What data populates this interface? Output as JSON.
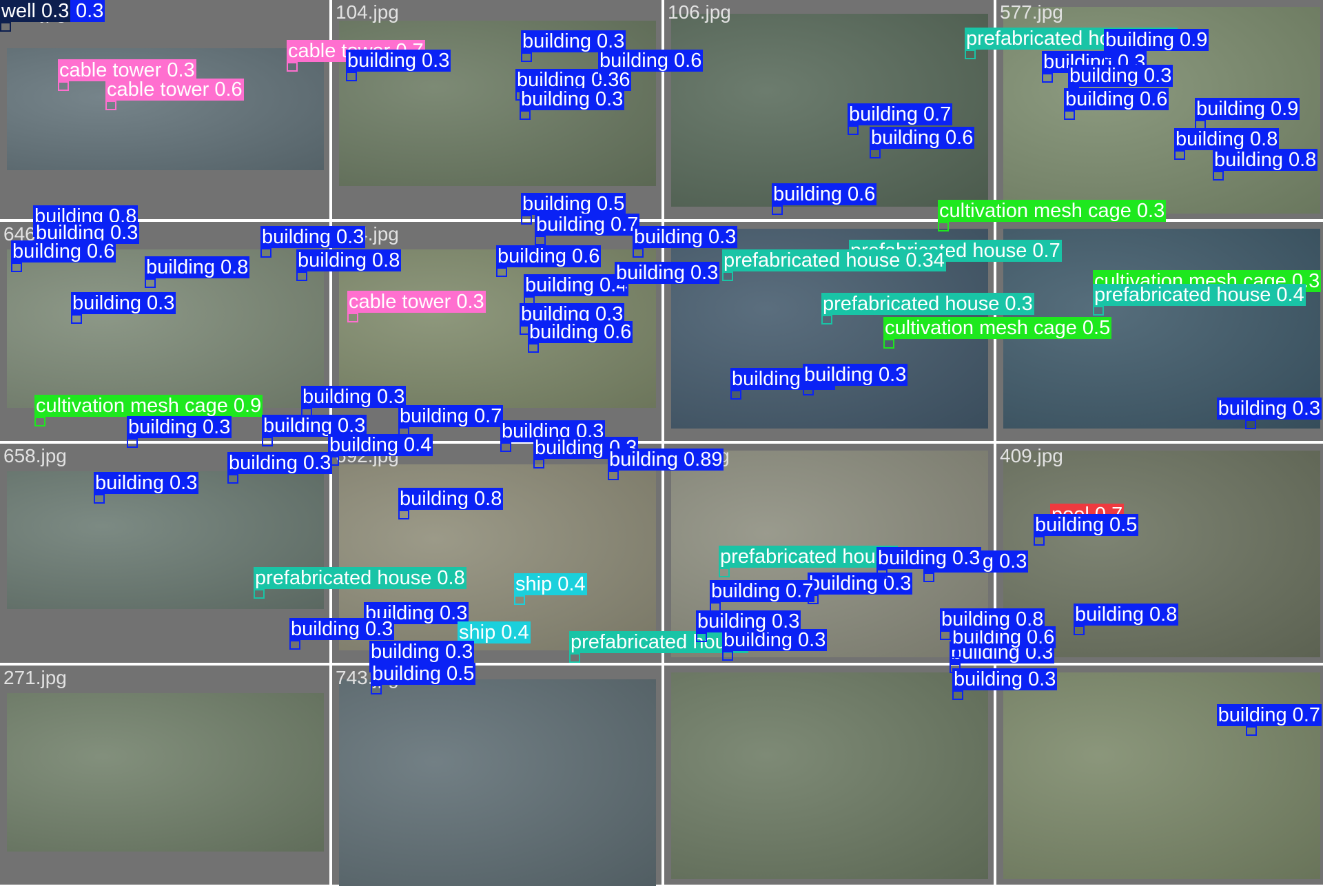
{
  "tiles": [
    {
      "file": "581.jpg",
      "photo": "#63737a"
    },
    {
      "file": "104.jpg",
      "photo": "#6b7a62"
    },
    {
      "file": "106.jpg",
      "photo": "#586a5a"
    },
    {
      "file": "577.jpg",
      "photo": "#7c8c6e"
    },
    {
      "file": "646.jpg",
      "photo": "#7d8a77"
    },
    {
      "file": "134.jpg",
      "photo": "#7f8a6b"
    },
    {
      "file": "649.jpg",
      "photo": "#445a6c"
    },
    {
      "file": "",
      "photo": "#3f5a6a"
    },
    {
      "file": "658.jpg",
      "photo": "#6a7a72"
    },
    {
      "file": "692.jpg",
      "photo": "#8e8c78"
    },
    {
      "file": "119.jpg",
      "photo": "#8c8d7e"
    },
    {
      "file": "409.jpg",
      "photo": "#6c7360"
    },
    {
      "file": "271.jpg",
      "photo": "#71806a"
    },
    {
      "file": "743.jpg",
      "photo": "#5f6e74"
    },
    {
      "file": "",
      "photo": "#6c7a63"
    },
    {
      "file": "",
      "photo": "#7b8869"
    }
  ],
  "class_colors": {
    "building": "#0a22f5",
    "prefabricated house": "#19c4a6",
    "cable tower": "#ff6fcf",
    "cultivation mesh cage": "#1ee81e",
    "ship": "#1bd0dc",
    "pool": "#ef3a3f",
    "well": "#0d1f4f"
  },
  "labels": [
    {
      "text": "cable tower 0.3",
      "cls": "cable tower"
    },
    {
      "text": "cable tower 0.6",
      "cls": "cable tower"
    },
    {
      "text": "cable tower 0.7",
      "cls": "cable tower"
    },
    {
      "text": "building 0.3",
      "cls": "building"
    },
    {
      "text": "building 0.3",
      "cls": "building"
    },
    {
      "text": "building 0.36",
      "cls": "building"
    },
    {
      "text": "building 0.3",
      "cls": "building"
    },
    {
      "text": "building 0.6",
      "cls": "building"
    },
    {
      "text": "prefabricated house 0.4",
      "cls": "prefabricated house"
    },
    {
      "text": "building 0.7",
      "cls": "building"
    },
    {
      "text": "building 0.6",
      "cls": "building"
    },
    {
      "text": "building 0.3",
      "cls": "building"
    },
    {
      "text": "building 0.3",
      "cls": "building"
    },
    {
      "text": "building 0.6",
      "cls": "building"
    },
    {
      "text": "building 0.9",
      "cls": "building"
    },
    {
      "text": "building 0.8",
      "cls": "building"
    },
    {
      "text": "building 0.8",
      "cls": "building"
    },
    {
      "text": "building 0.9",
      "cls": "building"
    },
    {
      "text": "building 0.8",
      "cls": "building"
    },
    {
      "text": "building 0.3",
      "cls": "building"
    },
    {
      "text": "building 0.6",
      "cls": "building"
    },
    {
      "text": "building 0.8",
      "cls": "building"
    },
    {
      "text": "building 0.3",
      "cls": "building"
    },
    {
      "text": "building 0.8",
      "cls": "building"
    },
    {
      "text": "building 0.3",
      "cls": "building"
    },
    {
      "text": "cable tower 0.3",
      "cls": "cable tower"
    },
    {
      "text": "building 0.5",
      "cls": "building"
    },
    {
      "text": "building 0.7",
      "cls": "building"
    },
    {
      "text": "building 0.3",
      "cls": "building"
    },
    {
      "text": "building 0.6",
      "cls": "building"
    },
    {
      "text": "building 0.4",
      "cls": "building"
    },
    {
      "text": "building 0.3",
      "cls": "building"
    },
    {
      "text": "building 0.3",
      "cls": "building"
    },
    {
      "text": "building 0.6",
      "cls": "building"
    },
    {
      "text": "building 0.6",
      "cls": "building"
    },
    {
      "text": "cultivation mesh cage 0.3",
      "cls": "cultivation mesh cage"
    },
    {
      "text": "prefabricated house 0.7",
      "cls": "prefabricated house"
    },
    {
      "text": "prefabricated house 0.34",
      "cls": "prefabricated house"
    },
    {
      "text": "cultivation mesh cage 0.3",
      "cls": "cultivation mesh cage"
    },
    {
      "text": "prefabricated house 0.4",
      "cls": "prefabricated house"
    },
    {
      "text": "prefabricated house 0.3",
      "cls": "prefabricated house"
    },
    {
      "text": "cultivation mesh cage 0.5",
      "cls": "cultivation mesh cage"
    },
    {
      "text": "cultivation mesh cage 0.9",
      "cls": "cultivation mesh cage"
    },
    {
      "text": "building 0.3",
      "cls": "building"
    },
    {
      "text": "building 0.3",
      "cls": "building"
    },
    {
      "text": "building 0.3",
      "cls": "building"
    },
    {
      "text": "building 0.4",
      "cls": "building"
    },
    {
      "text": "building 0.3",
      "cls": "building"
    },
    {
      "text": "building 0.3",
      "cls": "building"
    },
    {
      "text": "building 0.3",
      "cls": "building"
    },
    {
      "text": "building 0.7",
      "cls": "building"
    },
    {
      "text": "building 0.3",
      "cls": "building"
    },
    {
      "text": "building 0.3",
      "cls": "building"
    },
    {
      "text": "building 0.89",
      "cls": "building"
    },
    {
      "text": "building 0.3",
      "cls": "building"
    },
    {
      "text": "building 0.8",
      "cls": "building"
    },
    {
      "text": "building 0.3",
      "cls": "building"
    },
    {
      "text": "pool 0.7",
      "cls": "pool"
    },
    {
      "text": "building 0.5",
      "cls": "building"
    },
    {
      "text": "prefabricated house 0.8",
      "cls": "prefabricated house"
    },
    {
      "text": "building 0.3",
      "cls": "building"
    },
    {
      "text": "building 0.3",
      "cls": "building"
    },
    {
      "text": "ship 0.4",
      "cls": "ship"
    },
    {
      "text": "building 0.3",
      "cls": "building"
    },
    {
      "text": "ship 0.4",
      "cls": "ship"
    },
    {
      "text": "prefabricated house",
      "cls": "prefabricated house"
    },
    {
      "text": "prefabricated house",
      "cls": "prefabricated house"
    },
    {
      "text": "building 0.3",
      "cls": "building"
    },
    {
      "text": "building 0.5",
      "cls": "building"
    },
    {
      "text": "building 0.3",
      "cls": "building"
    },
    {
      "text": "building 0.3",
      "cls": "building"
    },
    {
      "text": "building 0.7",
      "cls": "building"
    },
    {
      "text": "building 0.3",
      "cls": "building"
    },
    {
      "text": "building 0.6",
      "cls": "building"
    },
    {
      "text": "building 0.3",
      "cls": "building"
    },
    {
      "text": "building 0.8",
      "cls": "building"
    },
    {
      "text": "building 0.3",
      "cls": "building"
    },
    {
      "text": "building 0.3",
      "cls": "building"
    },
    {
      "text": "building 0.8",
      "cls": "building"
    },
    {
      "text": "building 0.7",
      "cls": "building"
    },
    {
      "text": "building 0.3",
      "cls": "building"
    },
    {
      "text": "building 0.3",
      "cls": "building"
    },
    {
      "text": "well 0.4",
      "cls": "well"
    },
    {
      "text": "well 0.3",
      "cls": "well"
    }
  ]
}
